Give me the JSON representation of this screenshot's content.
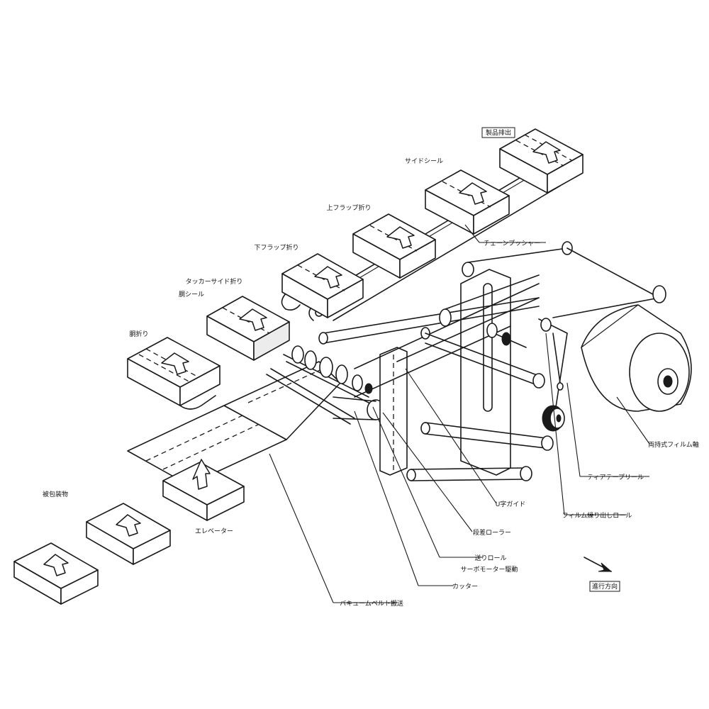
{
  "labels": {
    "product_discharge": "製品排出",
    "side_seal": "サイドシール",
    "top_flap_fold": "上フラップ折り",
    "bottom_flap_fold": "下フラップ折り",
    "tucker_side_fold": "タッカーサイド折り",
    "back_seal": "胴シール",
    "back_fold": "胴折り",
    "chain_pusher": "チェーンプッシャー",
    "film_roll_shaft": "両持式フィルム軸",
    "tear_tape_reel": "ティアテープリール",
    "feed_roll": "フィルム繰り出しロール",
    "u_guide": "U字ガイド",
    "dancer_roller": "段差ローラー",
    "nip_roll": "送りロール",
    "servo_motor_drive": "サーボモーター駆動",
    "cutter": "カッター",
    "vacuum_belt": "バキュームベルト搬送",
    "elevator": "エレベーター",
    "product_supply": "被包装物",
    "travel_direction": "進行方向"
  }
}
